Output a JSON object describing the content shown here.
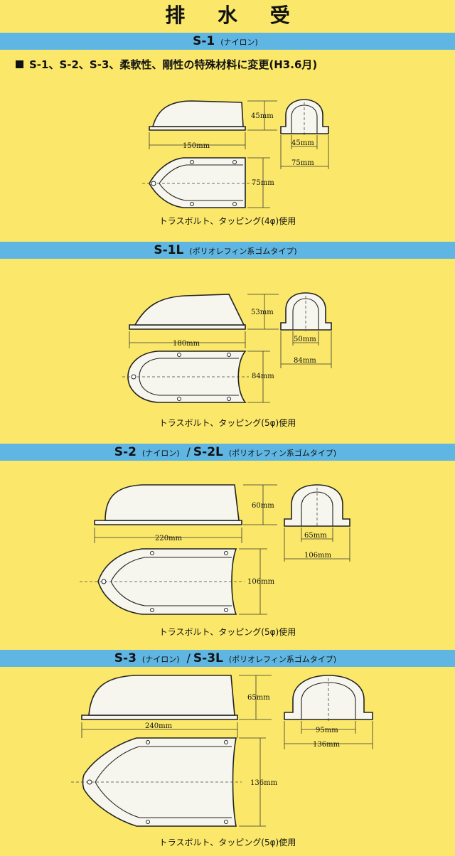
{
  "page": {
    "title": "排 水 受"
  },
  "note": "S-1、S-2、S-3、柔軟性、剛性の特殊材料に変更(H3.6月)",
  "sections": [
    {
      "model": "S-1",
      "material": "(ナイロン)",
      "height": "45mm",
      "inner_width": "45mm",
      "outer_width": "75mm",
      "length": "150mm",
      "base_width": "75mm",
      "caption": "トラスボルト、タッピング(4φ)使用"
    },
    {
      "model": "S-1L",
      "material": "(ポリオレフィン系ゴムタイプ)",
      "height": "53mm",
      "inner_width": "50mm",
      "outer_width": "84mm",
      "length": "180mm",
      "base_width": "84mm",
      "caption": "トラスボルト、タッピング(5φ)使用"
    },
    {
      "model": "S-2",
      "material": "(ナイロン)",
      "slash": "/",
      "model2": "S-2L",
      "material2": "(ポリオレフィン系ゴムタイプ)",
      "height": "60mm",
      "inner_width": "65mm",
      "outer_width": "106mm",
      "length": "220mm",
      "base_width": "106mm",
      "caption": "トラスボルト、タッピング(5φ)使用"
    },
    {
      "model": "S-3",
      "material": "(ナイロン)",
      "slash": "/",
      "model2": "S-3L",
      "material2": "(ポリオレフィン系ゴムタイプ)",
      "height": "65mm",
      "inner_width": "95mm",
      "outer_width": "136mm",
      "length": "240mm",
      "base_width": "136mm",
      "caption": "トラスボルト、タッピング(5φ)使用"
    }
  ],
  "colors": {
    "background": "#fbe86a",
    "band": "#5fb6e3",
    "part": "#f6f6ee"
  }
}
